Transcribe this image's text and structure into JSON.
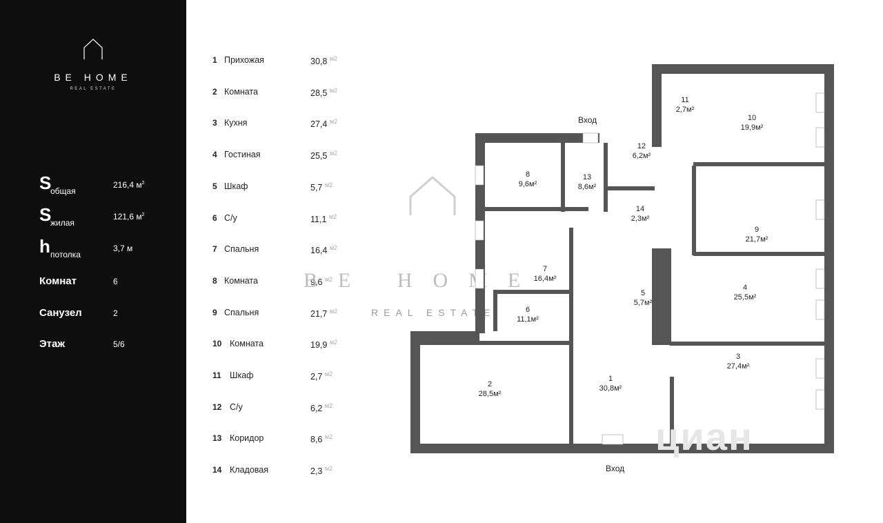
{
  "brand": {
    "name": "BE HOME",
    "subtitle": "REAL ESTATE"
  },
  "stats": [
    {
      "big": "S",
      "sub": "общая",
      "value": "216,4 м",
      "sup": "2"
    },
    {
      "big": "S",
      "sub": "жилая",
      "value": "121,6 м",
      "sup": "2"
    },
    {
      "big": "h",
      "sub": "потолка",
      "value": "3,7 м",
      "sup": ""
    }
  ],
  "info": [
    {
      "label": "Комнат",
      "value": "6"
    },
    {
      "label": "Санузел",
      "value": "2"
    },
    {
      "label": "Этаж",
      "value": "5/6"
    }
  ],
  "unit": "м",
  "unit_sup": "2",
  "rooms": [
    {
      "num": "1",
      "name": "Прихожая",
      "area": "30,8"
    },
    {
      "num": "2",
      "name": "Комната",
      "area": "28,5"
    },
    {
      "num": "3",
      "name": "Кухня",
      "area": "27,4"
    },
    {
      "num": "4",
      "name": "Гостиная",
      "area": "25,5"
    },
    {
      "num": "5",
      "name": "Шкаф",
      "area": "5,7"
    },
    {
      "num": "6",
      "name": "С/у",
      "area": "11,1"
    },
    {
      "num": "7",
      "name": "Спальня",
      "area": "16,4"
    },
    {
      "num": "8",
      "name": "Комната",
      "area": "9,6"
    },
    {
      "num": "9",
      "name": "Спальня",
      "area": "21,7"
    },
    {
      "num": "10",
      "name": "Комната",
      "area": "19,9"
    },
    {
      "num": "11",
      "name": "Шкаф",
      "area": "2,7"
    },
    {
      "num": "12",
      "name": "С/у",
      "area": "6,2"
    },
    {
      "num": "13",
      "name": "Коридор",
      "area": "8,6"
    },
    {
      "num": "14",
      "name": "Кладовая",
      "area": "2,3"
    }
  ],
  "plan": {
    "entrance": "Вход",
    "room_labels": [
      {
        "num": "1",
        "area": "30,8м²"
      },
      {
        "num": "2",
        "area": "28,5м²"
      },
      {
        "num": "3",
        "area": "27,4м²"
      },
      {
        "num": "4",
        "area": "25,5м²"
      },
      {
        "num": "5",
        "area": "5,7м²"
      },
      {
        "num": "6",
        "area": "11,1м²"
      },
      {
        "num": "7",
        "area": "16,4м²"
      },
      {
        "num": "8",
        "area": "9,6м²"
      },
      {
        "num": "9",
        "area": "21,7м²"
      },
      {
        "num": "10",
        "area": "19,9м²"
      },
      {
        "num": "11",
        "area": "2,7м²"
      },
      {
        "num": "12",
        "area": "6,2м²"
      },
      {
        "num": "13",
        "area": "8,6м²"
      },
      {
        "num": "14",
        "area": "2,3м²"
      }
    ]
  },
  "watermark": {
    "text": "BE HOME",
    "sub": "REAL ESTATE"
  },
  "cian": "циан",
  "colors": {
    "sidebar": "#0e0e0e",
    "wall": "#555555"
  }
}
